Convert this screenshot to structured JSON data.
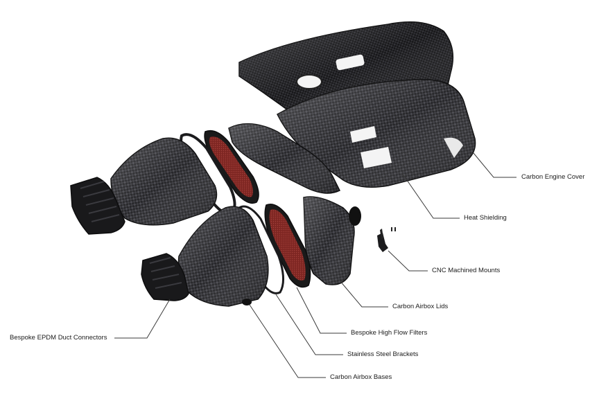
{
  "callouts": {
    "engine_cover": "Carbon Engine Cover",
    "heat_shielding": "Heat Shielding",
    "cnc_mounts": "CNC Machined Mounts",
    "airbox_lids": "Carbon Airbox Lids",
    "filters": "Bespoke High Flow Filters",
    "brackets": "Stainless Steel Brackets",
    "airbox_bases": "Carbon Airbox Bases",
    "duct_connectors": "Bespoke EPDM Duct Connectors"
  },
  "colors": {
    "carbon_dark": "#1b1b1d",
    "carbon_mid": "#3a3a3e",
    "carbon_light": "#6a6a70",
    "filter_red": "#8a2a26",
    "leader": "#3a3a3a",
    "background": "#ffffff"
  }
}
